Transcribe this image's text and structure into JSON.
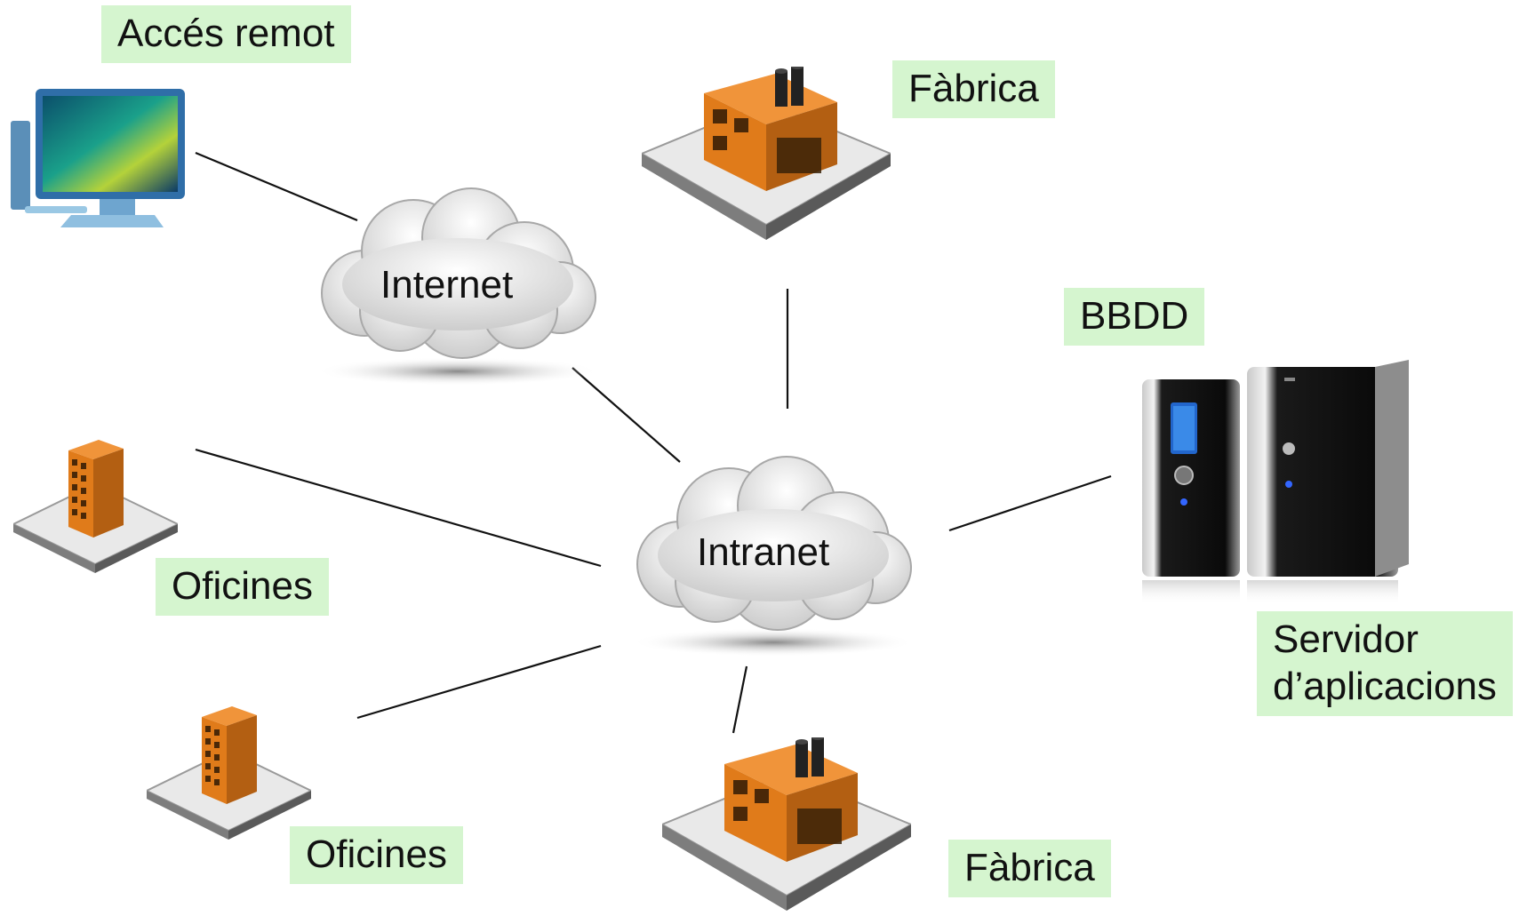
{
  "clouds": {
    "internet": "Internet",
    "intranet": "Intranet"
  },
  "labels": {
    "remote_access": "Accés remot",
    "factory_top": "Fàbrica",
    "database": "BBDD",
    "offices_upper": "Oficines",
    "offices_lower": "Oficines",
    "app_server_line1": "Servidor",
    "app_server_line2": "d’aplicacions",
    "factory_bottom": "Fàbrica"
  },
  "colors": {
    "label_bg": "#d5f5cf",
    "building_orange": "#e07b1a",
    "connector": "#111111"
  }
}
